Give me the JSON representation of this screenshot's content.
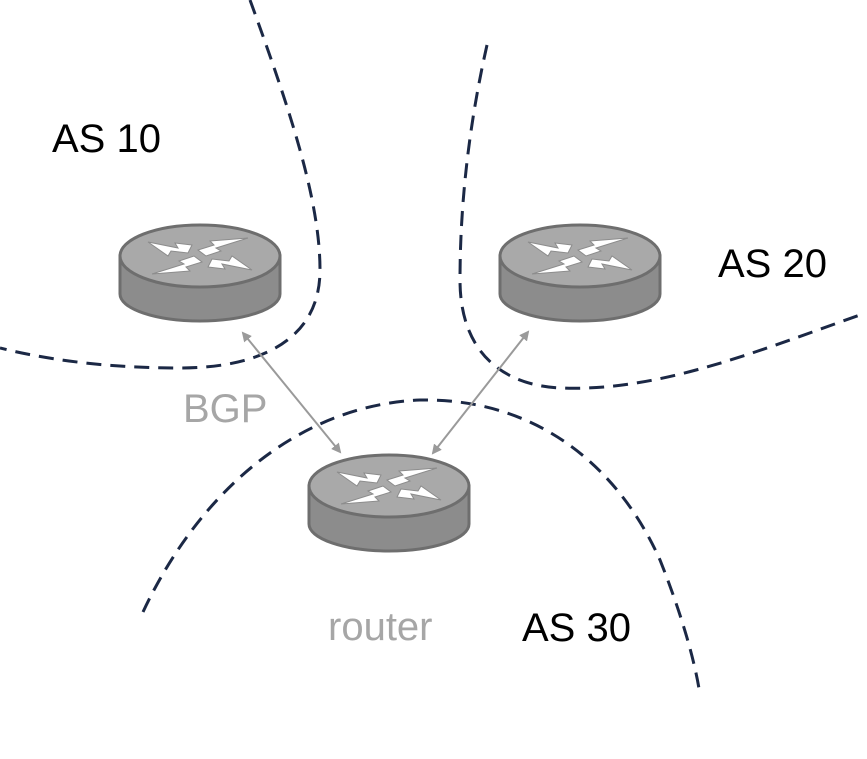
{
  "labels": {
    "as10": "AS 10",
    "as20": "AS 20",
    "as30": "AS 30",
    "bgp": "BGP",
    "router": "router"
  },
  "colors": {
    "boundary": "#1b2845",
    "router_body": "#8c8c8c",
    "router_top": "#a9a9a9",
    "link": "#9a9a9a",
    "grey_text": "#a6a6a6"
  }
}
